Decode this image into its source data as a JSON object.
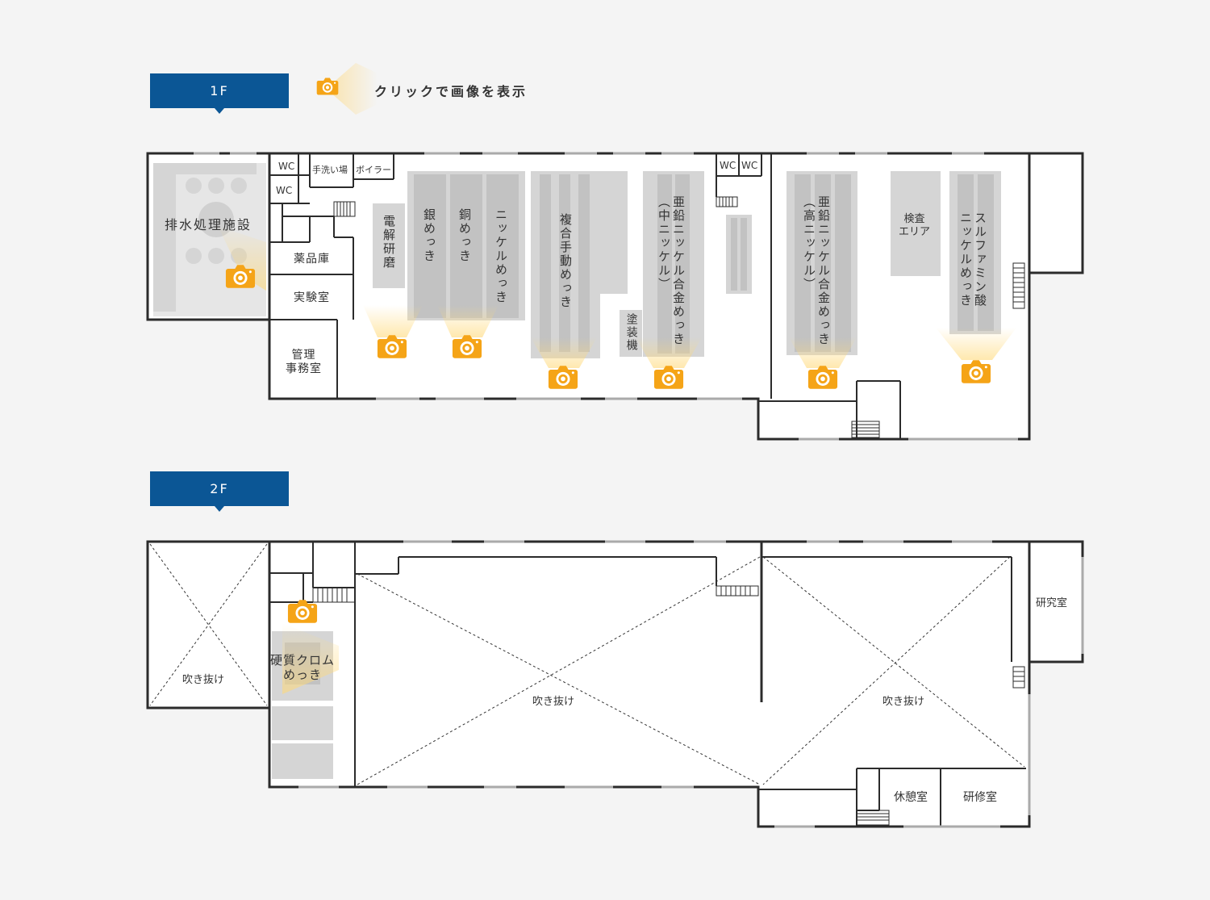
{
  "floors": {
    "f1": {
      "label": "1F"
    },
    "f2": {
      "label": "2F"
    }
  },
  "legend": {
    "text": "クリックで画像を表示",
    "icon": "camera-icon"
  },
  "colors": {
    "tab": "#0b5695",
    "camera": "#f5a417",
    "wall": "#2b2b2b",
    "equipment": "#d5d5d5"
  },
  "rooms_1f": {
    "wc1": "WC",
    "wc2": "WC",
    "handwash": "手洗い場",
    "boiler": "ボイラー",
    "wastewater": "排水処理施設",
    "chemicals": "薬品庫",
    "lab": "実験室",
    "office": "管理\n事務室",
    "electropolish": "電解研磨",
    "silver": "銀めっき",
    "copper": "銅めっき",
    "nickel": "ニッケルめっき",
    "composite": "複合手動めっき",
    "coater": "塗装機",
    "zinc_mid": "亜鉛ニッケル合金めっき\n（中ニッケル）",
    "wc3": "WC",
    "wc4": "WC",
    "zinc_high": "亜鉛ニッケル合金めっき\n（高ニッケル）",
    "inspection": "検査\nエリア",
    "sulfamate": "スルファミン酸\nニッケルめっき"
  },
  "rooms_2f": {
    "void1": "吹き抜け",
    "hard_chrome": "硬質クロム\nめっき",
    "void2": "吹き抜け",
    "void3": "吹き抜け",
    "research": "研究室",
    "rest": "休憩室",
    "training": "研修室"
  }
}
